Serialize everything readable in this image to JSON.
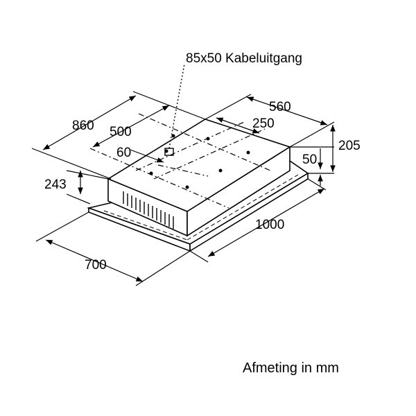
{
  "diagram": {
    "dimensions": {
      "cable_exit": "85x50 Kabeluitgang",
      "depth_total": "860",
      "width_top": "560",
      "cutout_depth": "500",
      "inner_width": "250",
      "offset": "60",
      "height_total": "205",
      "height_lower": "50",
      "height_left": "243",
      "length_front": "1000",
      "width_front": "700"
    },
    "caption": "Afmeting in mm"
  }
}
